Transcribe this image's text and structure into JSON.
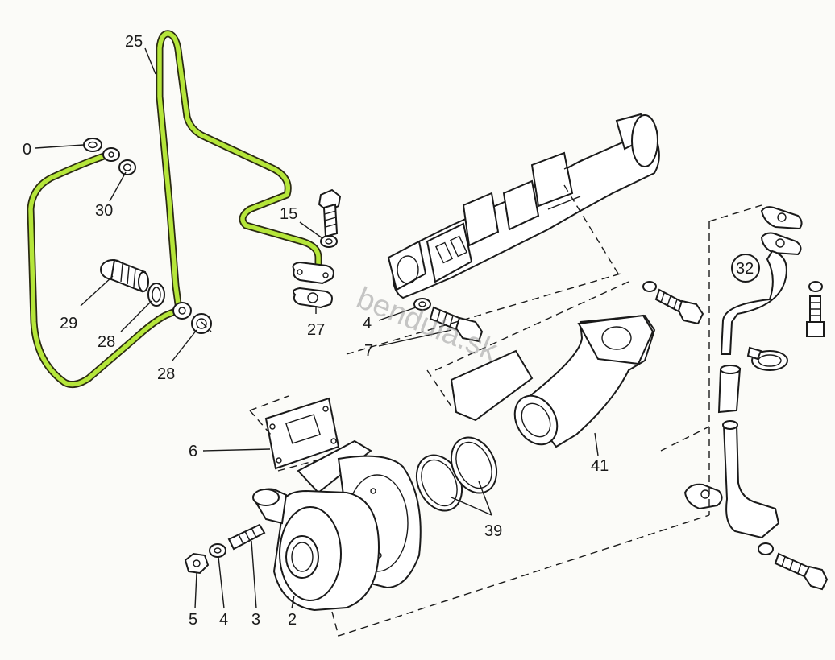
{
  "colors": {
    "highlight": "#b5e63a",
    "line": "#1a1a1a",
    "background": "#fbfbf8"
  },
  "watermark": "bendula.sk",
  "labels": {
    "l30a": "0",
    "l25": "25",
    "l30": "30",
    "l15": "15",
    "l29": "29",
    "l28a": "28",
    "l28b": "28",
    "l27": "27",
    "l4a": "4",
    "l7": "7",
    "l32": "32",
    "l6": "6",
    "l41": "41",
    "l39": "39",
    "l5": "5",
    "l4b": "4",
    "l3": "3",
    "l2": "2"
  }
}
